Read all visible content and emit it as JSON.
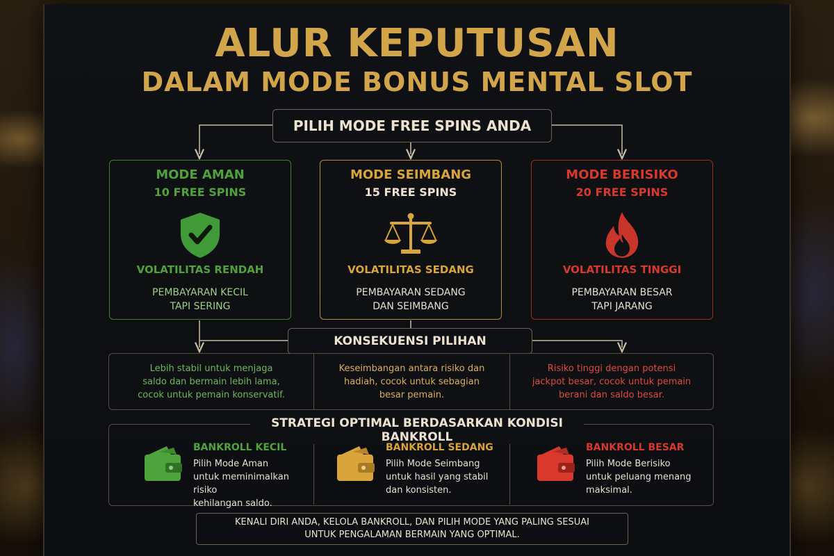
{
  "title": {
    "line1": "ALUR KEPUTUSAN",
    "line2": "DALAM MODE BONUS MENTAL SLOT"
  },
  "choose_label": "PILIH MODE FREE SPINS ANDA",
  "modes": [
    {
      "name": "MODE AMAN",
      "spins": "10 FREE SPINS",
      "icon": "shield-check-icon",
      "volatility": "VOLATILITAS RENDAH",
      "payout_line1": "PEMBAYARAN KECIL",
      "payout_line2": "TAPI SERING",
      "color": "#4fa33c"
    },
    {
      "name": "MODE SEIMBANG",
      "spins": "15 FREE SPINS",
      "icon": "scale-icon",
      "volatility": "VOLATILITAS SEDANG",
      "payout_line1": "PEMBAYARAN SEDANG",
      "payout_line2": "DAN SEIMBANG",
      "color": "#d9a53a"
    },
    {
      "name": "MODE BERISIKO",
      "spins": "20 FREE SPINS",
      "icon": "fire-icon",
      "volatility": "VOLATILITAS TINGGI",
      "payout_line1": "PEMBAYARAN BESAR",
      "payout_line2": "TAPI JARANG",
      "color": "#d8392c"
    }
  ],
  "consequence_label": "KONSEKUENSI PILIHAN",
  "consequences": [
    {
      "line1": "Lebih stabil untuk menjaga",
      "line2": "saldo dan bermain lebih lama,",
      "line3": "cocok untuk pemain konservatif."
    },
    {
      "line1": "Keseimbangan antara risiko dan",
      "line2": "hadiah, cocok untuk sebagian",
      "line3": "besar pemain."
    },
    {
      "line1": "Risiko tinggi dengan potensi",
      "line2": "jackpot besar, cocok untuk pemain",
      "line3": "berani dan saldo besar."
    }
  ],
  "strategy_label": "STRATEGI OPTIMAL BERDASARKAN KONDISI BANKROLL",
  "bankrolls": [
    {
      "title": "BANKROLL KECIL",
      "line1": "Pilih Mode Aman",
      "line2": "untuk meminimalkan risiko",
      "line3": "kehilangan saldo.",
      "icon": "wallet-icon",
      "color": "#4fa33c"
    },
    {
      "title": "BANKROLL SEDANG",
      "line1": "Pilih Mode Seimbang",
      "line2": "untuk hasil yang stabil",
      "line3": "dan konsisten.",
      "icon": "wallet-icon",
      "color": "#d9a53a"
    },
    {
      "title": "BANKROLL BESAR",
      "line1": "Pilih Mode Berisiko",
      "line2": "untuk peluang menang",
      "line3": "maksimal.",
      "icon": "wallet-icon",
      "color": "#d8392c"
    }
  ],
  "footer": {
    "line1": "KENALI DIRI ANDA, KELOLA BANKROLL, DAN PILIH MODE YANG PALING SESUAI",
    "line2": "UNTUK PENGALAMAN BERMAIN YANG OPTIMAL."
  }
}
